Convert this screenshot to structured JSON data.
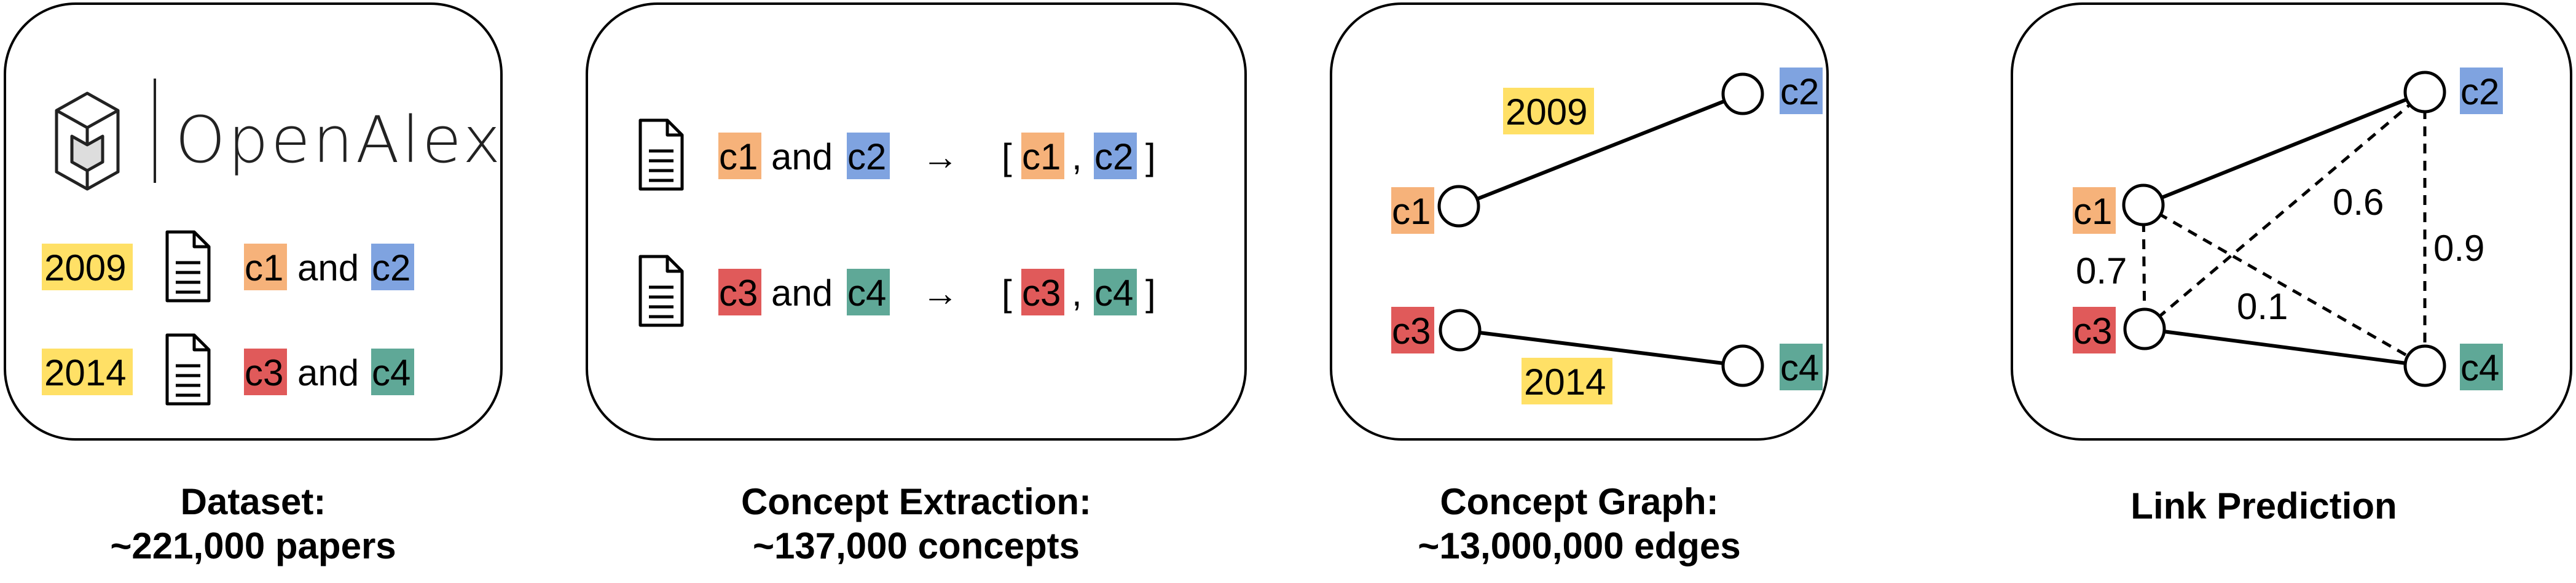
{
  "colors": {
    "year": "#ffe066",
    "c1": "#f6b27a",
    "c2": "#7fa3e0",
    "c3": "#e05a5a",
    "c4": "#5fa897",
    "border": "#000000"
  },
  "panels": [
    {
      "logo_text": "OpenAlex",
      "rows": [
        {
          "year": "2009",
          "a": "c1",
          "conj": "and",
          "b": "c2"
        },
        {
          "year": "2014",
          "a": "c3",
          "conj": "and",
          "b": "c4"
        }
      ],
      "caption_1": "Dataset:",
      "caption_2": "~221,000 papers"
    },
    {
      "rows": [
        {
          "a": "c1",
          "conj": "and",
          "b": "c2",
          "arrow": "→",
          "open": "[",
          "sep": ",",
          "close": "]"
        },
        {
          "a": "c3",
          "conj": "and",
          "b": "c4",
          "arrow": "→",
          "open": "[",
          "sep": ",",
          "close": "]"
        }
      ],
      "caption_1": "Concept Extraction:",
      "caption_2": "~137,000 concepts"
    },
    {
      "nodes": [
        "c1",
        "c2",
        "c3",
        "c4"
      ],
      "edge_labels": [
        "2009",
        "2014"
      ],
      "caption_1": "Concept Graph:",
      "caption_2": "~13,000,000 edges"
    },
    {
      "nodes": [
        "c1",
        "c2",
        "c3",
        "c4"
      ],
      "edge_labels": [
        "0.7",
        "0.6",
        "0.1",
        "0.9"
      ],
      "caption_1": "Link Prediction"
    }
  ]
}
